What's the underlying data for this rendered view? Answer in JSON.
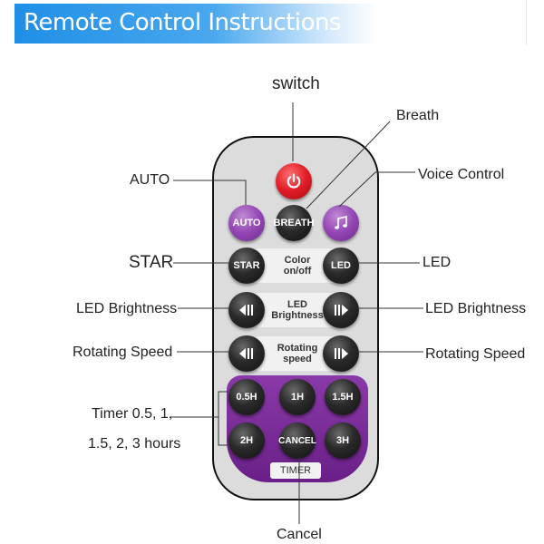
{
  "header": {
    "title": "Remote Control Instructions",
    "color": "#1f8fe6"
  },
  "callouts": {
    "switch": "switch",
    "breath": "Breath",
    "auto": "AUTO",
    "voice_control": "Voice Control",
    "star": "STAR",
    "led": "LED",
    "led_brightness_left": "LED Brightness",
    "led_brightness_right": "LED Brightness",
    "rotating_speed_left": "Rotating Speed",
    "rotating_speed_right": "Rotating Speed",
    "timer_line1": "Timer 0.5, 1,",
    "timer_line2": "1.5, 2, 3 hours",
    "cancel": "Cancel"
  },
  "remote": {
    "colors": {
      "body": "#dcdcdc",
      "power": "#e01c26",
      "purple": "#9346b4",
      "panel": "#6a1f88"
    },
    "buttons": {
      "power_icon": "power-icon",
      "auto": "AUTO",
      "breath": "BREATH",
      "music_icon": "music-note-icon",
      "star": "STAR",
      "led": "LED",
      "timer_05": "0.5H",
      "timer_1": "1H",
      "timer_15": "1.5H",
      "timer_2": "2H",
      "cancel": "CANCEL",
      "timer_3": "3H"
    },
    "pills": {
      "color_line1": "Color",
      "color_line2": "on/off",
      "brightness_line1": "LED",
      "brightness_line2": "Brightness",
      "speed_line1": "Rotating",
      "speed_line2": "speed"
    },
    "timer_label": "TIMER"
  }
}
